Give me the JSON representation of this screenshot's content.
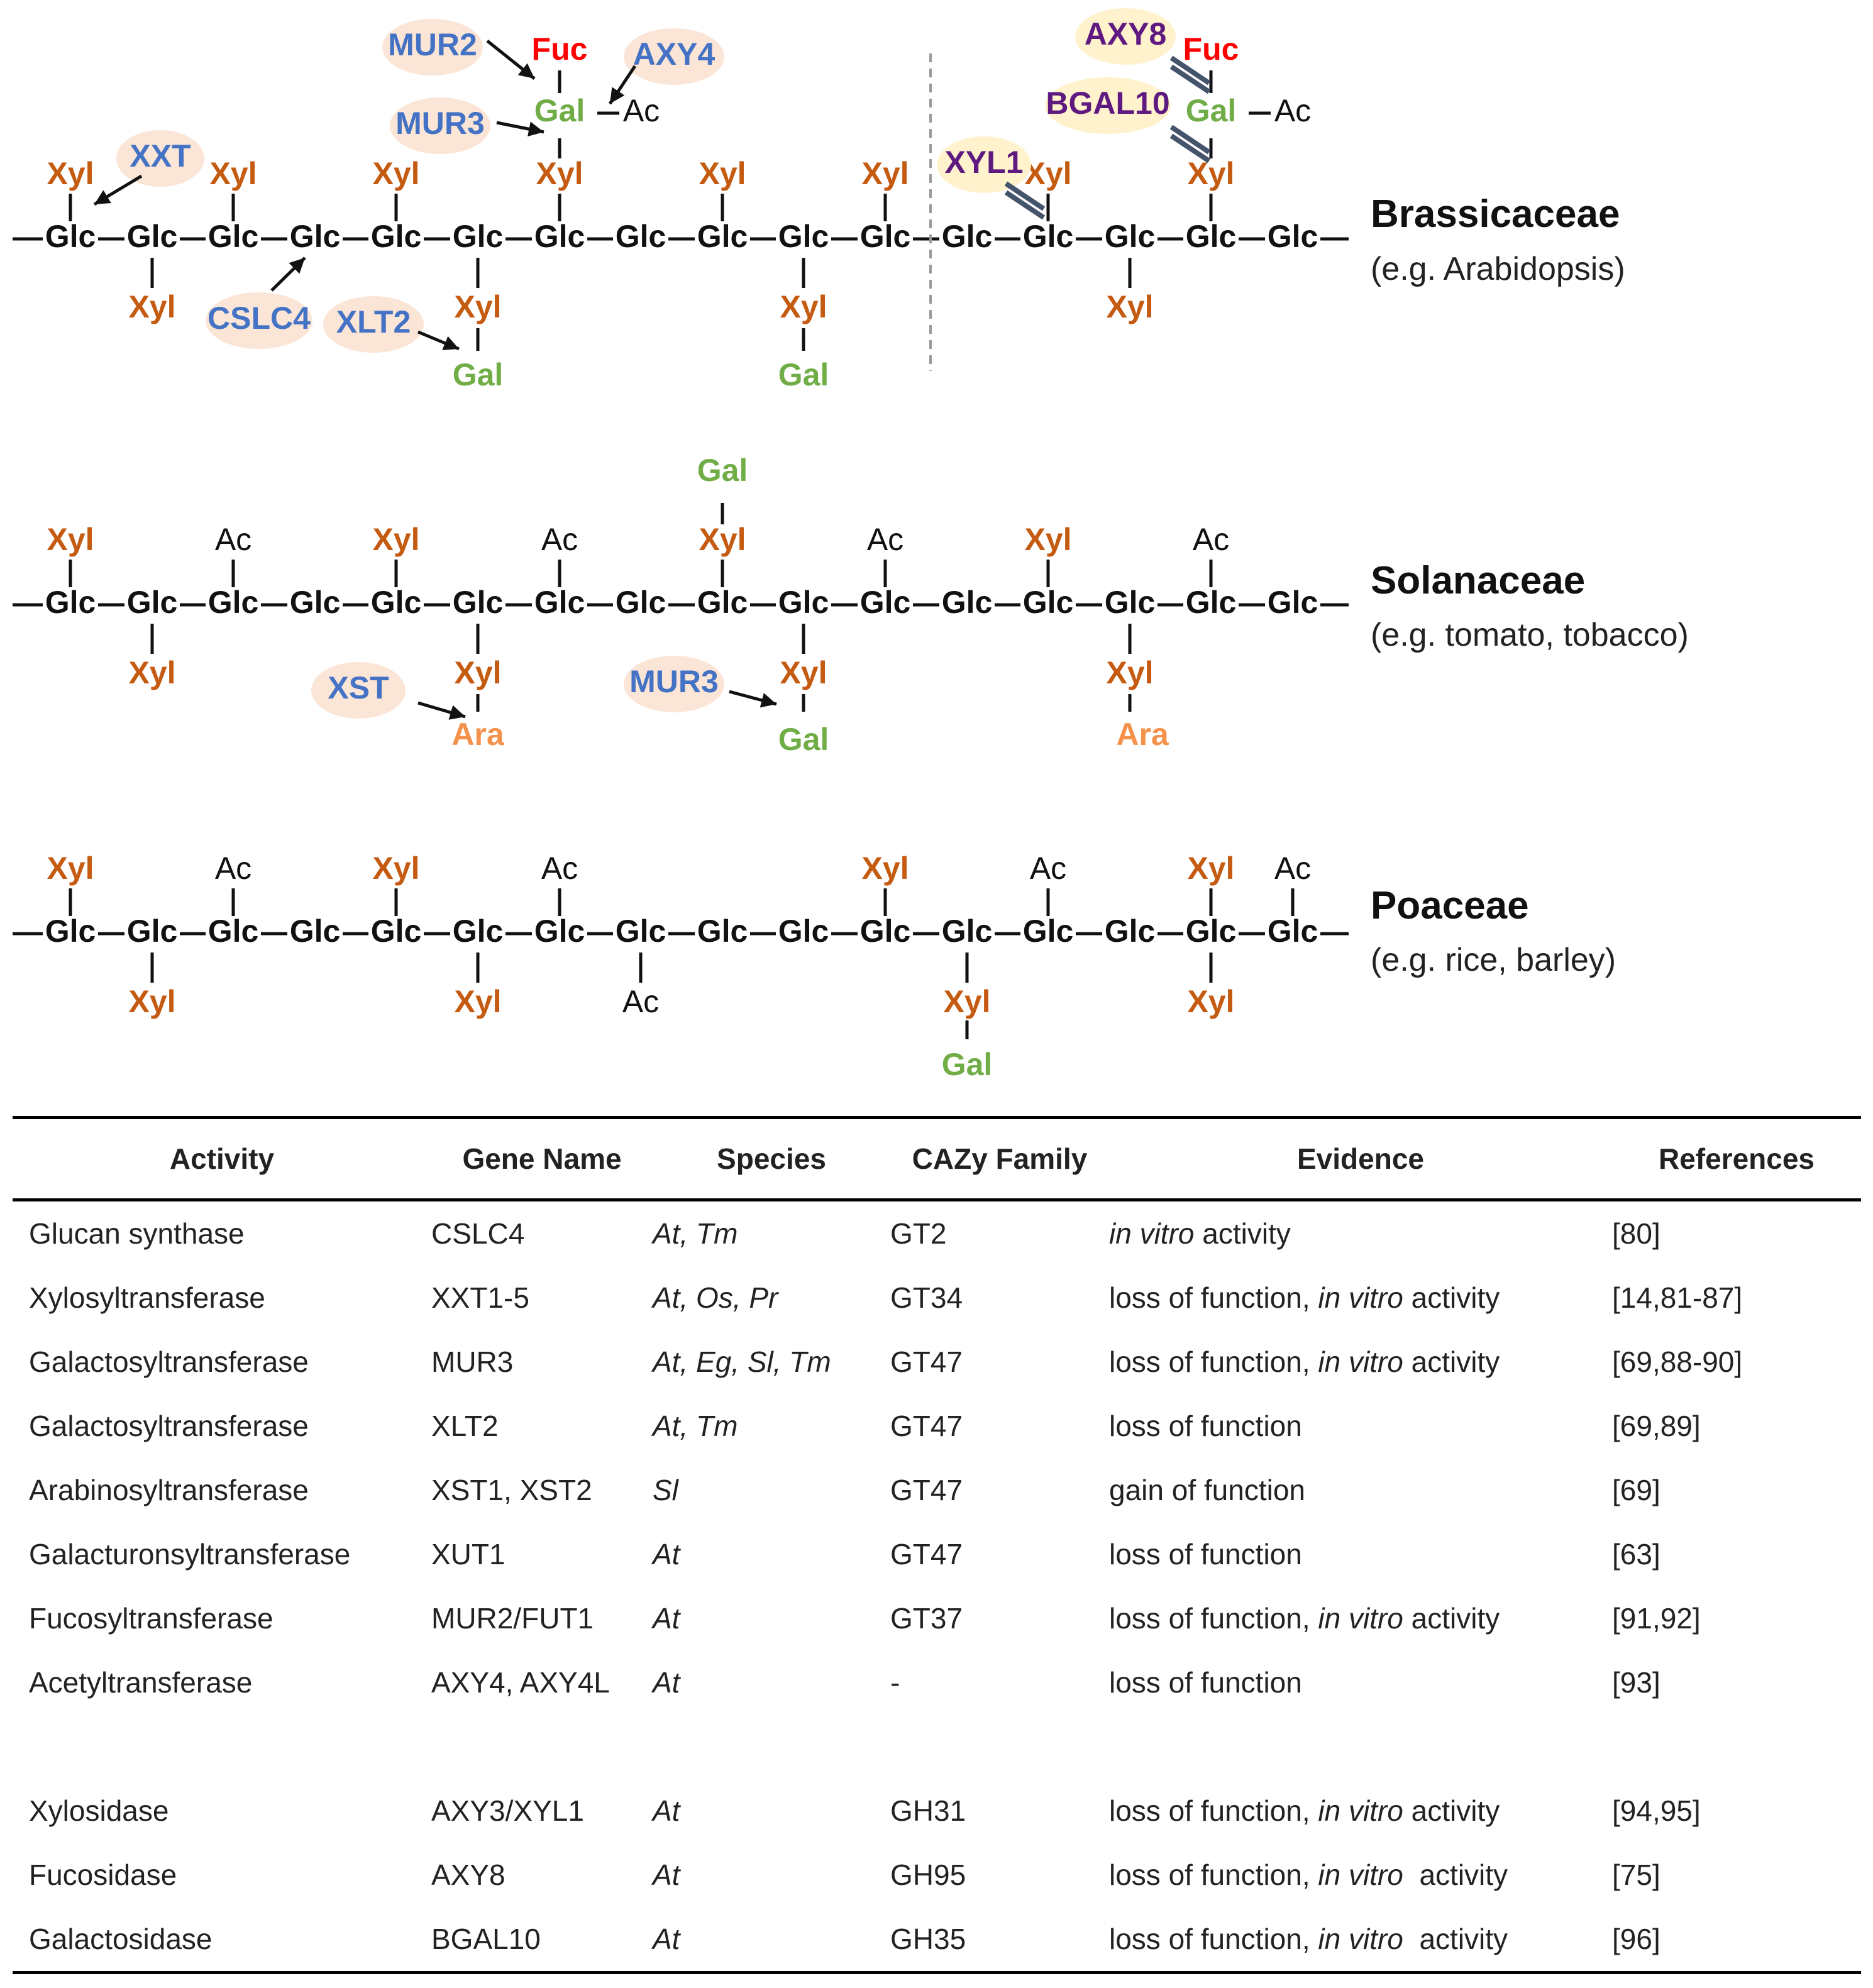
{
  "colors": {
    "xyl": "#c55a11",
    "gal": "#70ad47",
    "fuc": "#ff0000",
    "ara": "#f4914a",
    "enzyme_gt": "#4472c4",
    "enzyme_gh": "#5e1a80",
    "oval_gt": "#fbe5d6",
    "oval_gh": "#fff2cc",
    "ink": "#111111"
  },
  "sugars": {
    "glc": "Glc",
    "xyl": "Xyl",
    "gal": "Gal",
    "fuc": "Fuc",
    "ara": "Ara",
    "ac": "Ac"
  },
  "families": [
    {
      "name": "Brassicaceae",
      "example": "(e.g. Arabidopsis)"
    },
    {
      "name": "Solanaceae",
      "example": "(e.g. tomato, tobacco)"
    },
    {
      "name": "Poaceae",
      "example": "(e.g. rice, barley)"
    }
  ],
  "enzymes": {
    "mur2": "MUR2",
    "axy4": "AXY4",
    "mur3": "MUR3",
    "xxt": "XXT",
    "cslc4": "CSLC4",
    "xlt2": "XLT2",
    "axy8": "AXY8",
    "bgal10": "BGAL10",
    "xyl1": "XYL1",
    "xst": "XST"
  },
  "table": {
    "headers": [
      "Activity",
      "Gene Name",
      "Species",
      "CAZy Family",
      "Evidence",
      "References"
    ],
    "rows": [
      {
        "activity": "Glucan synthase",
        "gene": "CSLC4",
        "species": "At, Tm",
        "cazy": "GT2",
        "evidence": [
          {
            "t": "in vitro",
            "i": true
          },
          {
            "t": " activity",
            "i": false
          }
        ],
        "refs": "[80]"
      },
      {
        "activity": "Xylosyltransferase",
        "gene": "XXT1-5",
        "species": "At, Os, Pr",
        "cazy": "GT34",
        "evidence": [
          {
            "t": "loss of function, ",
            "i": false
          },
          {
            "t": "in vitro",
            "i": true
          },
          {
            "t": " activity",
            "i": false
          }
        ],
        "refs": "[14,81-87]"
      },
      {
        "activity": "Galactosyltransferase",
        "gene": "MUR3",
        "species": "At, Eg, Sl, Tm",
        "cazy": "GT47",
        "evidence": [
          {
            "t": "loss of function, ",
            "i": false
          },
          {
            "t": "in vitro",
            "i": true
          },
          {
            "t": " activity",
            "i": false
          }
        ],
        "refs": "[69,88-90]"
      },
      {
        "activity": "Galactosyltransferase",
        "gene": "XLT2",
        "species": "At, Tm",
        "cazy": "GT47",
        "evidence": [
          {
            "t": "loss of function",
            "i": false
          }
        ],
        "refs": "[69,89]"
      },
      {
        "activity": "Arabinosyltransferase",
        "gene": "XST1, XST2",
        "species": "Sl",
        "cazy": "GT47",
        "evidence": [
          {
            "t": "gain of function",
            "i": false
          }
        ],
        "refs": "[69]"
      },
      {
        "activity": "Galacturonsyltransferase",
        "gene": "XUT1",
        "species": "At",
        "cazy": "GT47",
        "evidence": [
          {
            "t": "loss of function",
            "i": false
          }
        ],
        "refs": "[63]"
      },
      {
        "activity": "Fucosyltransferase",
        "gene": "MUR2/FUT1",
        "species": "At",
        "cazy": "GT37",
        "evidence": [
          {
            "t": "loss of function, ",
            "i": false
          },
          {
            "t": "in vitro",
            "i": true
          },
          {
            "t": " activity",
            "i": false
          }
        ],
        "refs": "[91,92]"
      },
      {
        "activity": "Acetyltransferase",
        "gene": "AXY4, AXY4L",
        "species": "At",
        "cazy": "-",
        "evidence": [
          {
            "t": "loss of function",
            "i": false
          }
        ],
        "refs": "[93]"
      },
      {
        "gap": true
      },
      {
        "activity": "Xylosidase",
        "gene": "AXY3/XYL1",
        "species": "At",
        "cazy": "GH31",
        "evidence": [
          {
            "t": "loss of function, ",
            "i": false
          },
          {
            "t": "in vitro",
            "i": true
          },
          {
            "t": " activity",
            "i": false
          }
        ],
        "refs": "[94,95]"
      },
      {
        "activity": "Fucosidase",
        "gene": "AXY8",
        "species": "At",
        "cazy": "GH95",
        "evidence": [
          {
            "t": "loss of function, ",
            "i": false
          },
          {
            "t": "in vitro",
            "i": true
          },
          {
            "t": "  activity",
            "i": false
          }
        ],
        "refs": "[75]"
      },
      {
        "activity": "Galactosidase",
        "gene": "BGAL10",
        "species": "At",
        "cazy": "GH35",
        "evidence": [
          {
            "t": "loss of function, ",
            "i": false
          },
          {
            "t": "in vitro",
            "i": true
          },
          {
            "t": "  activity",
            "i": false
          }
        ],
        "refs": "[96]"
      }
    ]
  }
}
